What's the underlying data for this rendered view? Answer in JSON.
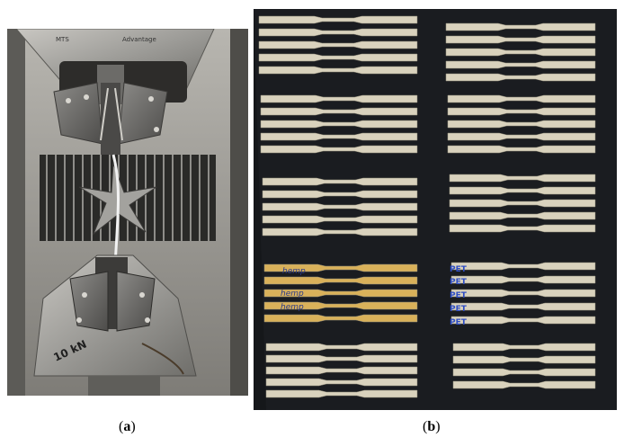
{
  "captions": {
    "a_open": "(",
    "a_letter": "a",
    "a_close": ")",
    "b_open": "(",
    "b_letter": "b",
    "b_close": ")"
  },
  "panel_a": {
    "machine_brand_text": "MTS",
    "machine_model_text": "Advantage",
    "grip_marking": "10 kN"
  },
  "panel_b": {
    "strip_labels": [
      "hemp",
      "hemp",
      "hemp",
      "PET",
      "PET",
      "PET",
      "PET",
      "PET"
    ]
  },
  "colors": {
    "machine_steel": "#a7a6a1",
    "board_black": "#15171a",
    "specimen_beige": "#d9d2bd",
    "specimen_yellow": "#d9b15a",
    "ink_blue": "#2e4dc4"
  }
}
